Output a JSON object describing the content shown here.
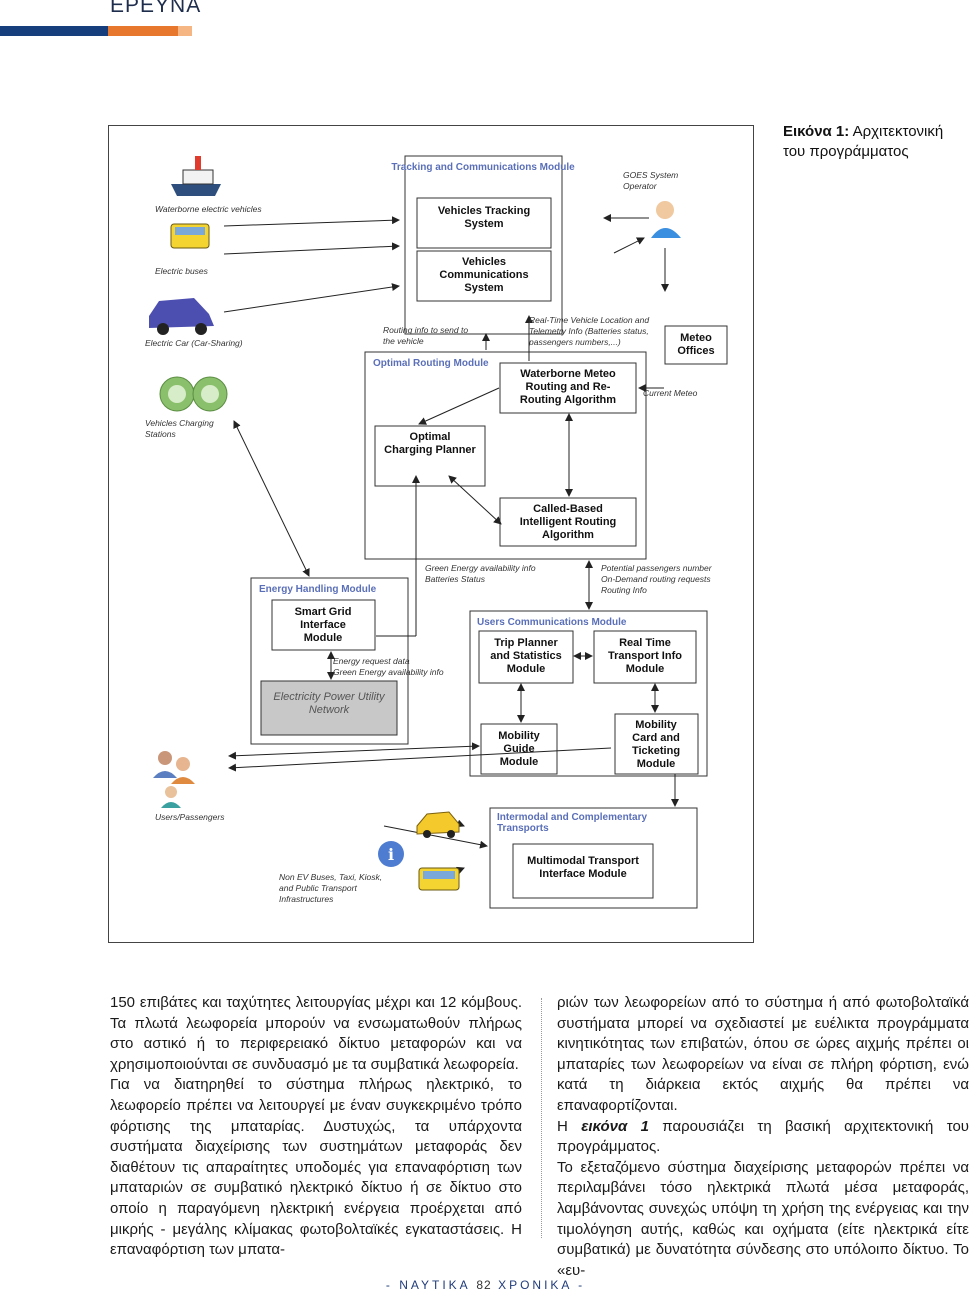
{
  "header": {
    "section_title": "ΕΡΕΥΝΑ",
    "colors": {
      "navy": "#163e7c",
      "orange": "#e8772e",
      "light_orange": "#f6b683"
    }
  },
  "figure": {
    "caption_label": "Εικόνα 1:",
    "caption_text": "Αρχιτεκτονική του προγράμματος",
    "diagram": {
      "tracking_module": "Tracking and Communications Module",
      "vehicles_tracking": [
        "Vehicles Tracking",
        "System"
      ],
      "vehicles_comm": [
        "Vehicles",
        "Communications",
        "System"
      ],
      "goes_operator": [
        "GOES System",
        "Operator"
      ],
      "waterborne_vehicles": "Waterborne electric vehicles",
      "electric_buses": "Electric buses",
      "electric_car": "Electric Car (Car-Sharing)",
      "charging_stations": [
        "Vehicles Charging",
        "Stations"
      ],
      "routing_info": [
        "Routing info to send to",
        "the vehicle"
      ],
      "realtime_info": [
        "Real-Time Vehicle Location and",
        "Telemetry Info (Batteries status,",
        "passengers numbers,...)"
      ],
      "meteo_offices": [
        "Meteo",
        "Offices"
      ],
      "current_meteo": "Current Meteo",
      "optimal_routing_module": "Optimal Routing Module",
      "waterborne_algorithm": [
        "Waterborne Meteo",
        "Routing and Re-",
        "Routing Algorithm"
      ],
      "charging_planner": [
        "Optimal",
        "Charging Planner"
      ],
      "called_based": [
        "Called-Based",
        "Intelligent Routing",
        "Algorithm"
      ],
      "green_energy": [
        "Green Energy availability info",
        "Batteries Status"
      ],
      "potential_passengers": [
        "Potential passengers number",
        "On-Demand routing requests",
        "Routing Info"
      ],
      "energy_module": "Energy Handling Module",
      "smart_grid": [
        "Smart Grid",
        "Interface",
        "Module"
      ],
      "energy_request": [
        "Energy request data",
        "Green Energy availability info"
      ],
      "power_utility": [
        "Electricity Power Utility",
        "Network"
      ],
      "users_comm_module": "Users Communications Module",
      "trip_planner": [
        "Trip Planner",
        "and Statistics",
        "Module"
      ],
      "real_time_transport": [
        "Real Time",
        "Transport Info",
        "Module"
      ],
      "mobility_guide": [
        "Mobility",
        "Guide",
        "Module"
      ],
      "mobility_card": [
        "Mobility",
        "Card and",
        "Ticketing",
        "Module"
      ],
      "users_passengers": "Users/Passengers",
      "intermodal_module": [
        "Intermodal and Complementary",
        "Transports"
      ],
      "multimodal_interface": [
        "Multimodal Transport",
        "Interface Module"
      ],
      "non_ev": [
        "Non EV Buses, Taxi, Kiosk,",
        "and Public Transport",
        "Infrastructures"
      ]
    }
  },
  "article": {
    "col1": [
      "150 επιβάτες και ταχύτητες λειτουργίας μέχρι και 12 κόμβους. Τα πλωτά λεωφορεία μπορούν να ενσωματωθούν πλήρως στο αστικό ή το περιφερειακό δίκτυο μεταφορών και να χρησιμοποιούνται σε συνδυασμό με τα συμβατικά λεωφορεία.",
      "Για να διατηρηθεί το σύστημα πλήρως ηλεκτρικό, το λεωφορείο πρέπει να λειτουργεί με έναν συγκεκριμένο τρόπο φόρτισης της μπαταρίας. Δυστυχώς, τα υπάρχοντα συστήματα διαχείρισης των συστημάτων μεταφοράς δεν διαθέτουν τις απαραίτητες υποδομές για επαναφόρτιση των μπαταριών σε συμβατικό ηλεκτρικό δίκτυο ή σε δίκτυο στο οποίο η παραγόμενη ηλεκτρική ενέργεια προέρχεται από μικρής - μεγάλης κλίμακας φωτοβολταϊκές εγκαταστάσεις. Η επαναφόρτιση των μπατα-"
    ],
    "col2_p1": "ριών των λεωφορείων από το σύστημα ή από φωτοβολταϊκά συστήματα μπορεί να σχεδιαστεί με ευέλικτα προγράμματα κινητικότητας των επιβατών, όπου σε ώρες αιχμής πρέπει οι μπαταρίες των λεωφορείων να είναι σε πλήρη φόρτιση, ενώ κατά τη διάρκεια εκτός αιχμής θα πρέπει να επαναφορτίζονται.",
    "col2_p2_before": "Η ",
    "col2_p2_emph": "εικόνα 1",
    "col2_p2_after": " παρουσιάζει τη βασική αρχιτεκτονική του προγράμματος.",
    "col2_p3": "Το εξεταζόμενο σύστημα διαχείρισης μεταφορών πρέπει να περιλαμβάνει τόσο ηλεκτρικά πλωτά μέσα μεταφοράς, λαμβάνοντας συνεχώς υπόψη τη χρήση της ενέργειας και την τιμολόγηση αυτής, καθώς και οχήματα (είτε ηλεκτρικά είτε συμβατικά) με δυνατότητα σύνδεσης στο υπόλοιπο δίκτυο. Το «ευ-"
  },
  "footer": {
    "left": "- ΝΑΥΤΙΚΑ",
    "page": "82",
    "right": "ΧΡΟΝΙΚΑ -"
  }
}
